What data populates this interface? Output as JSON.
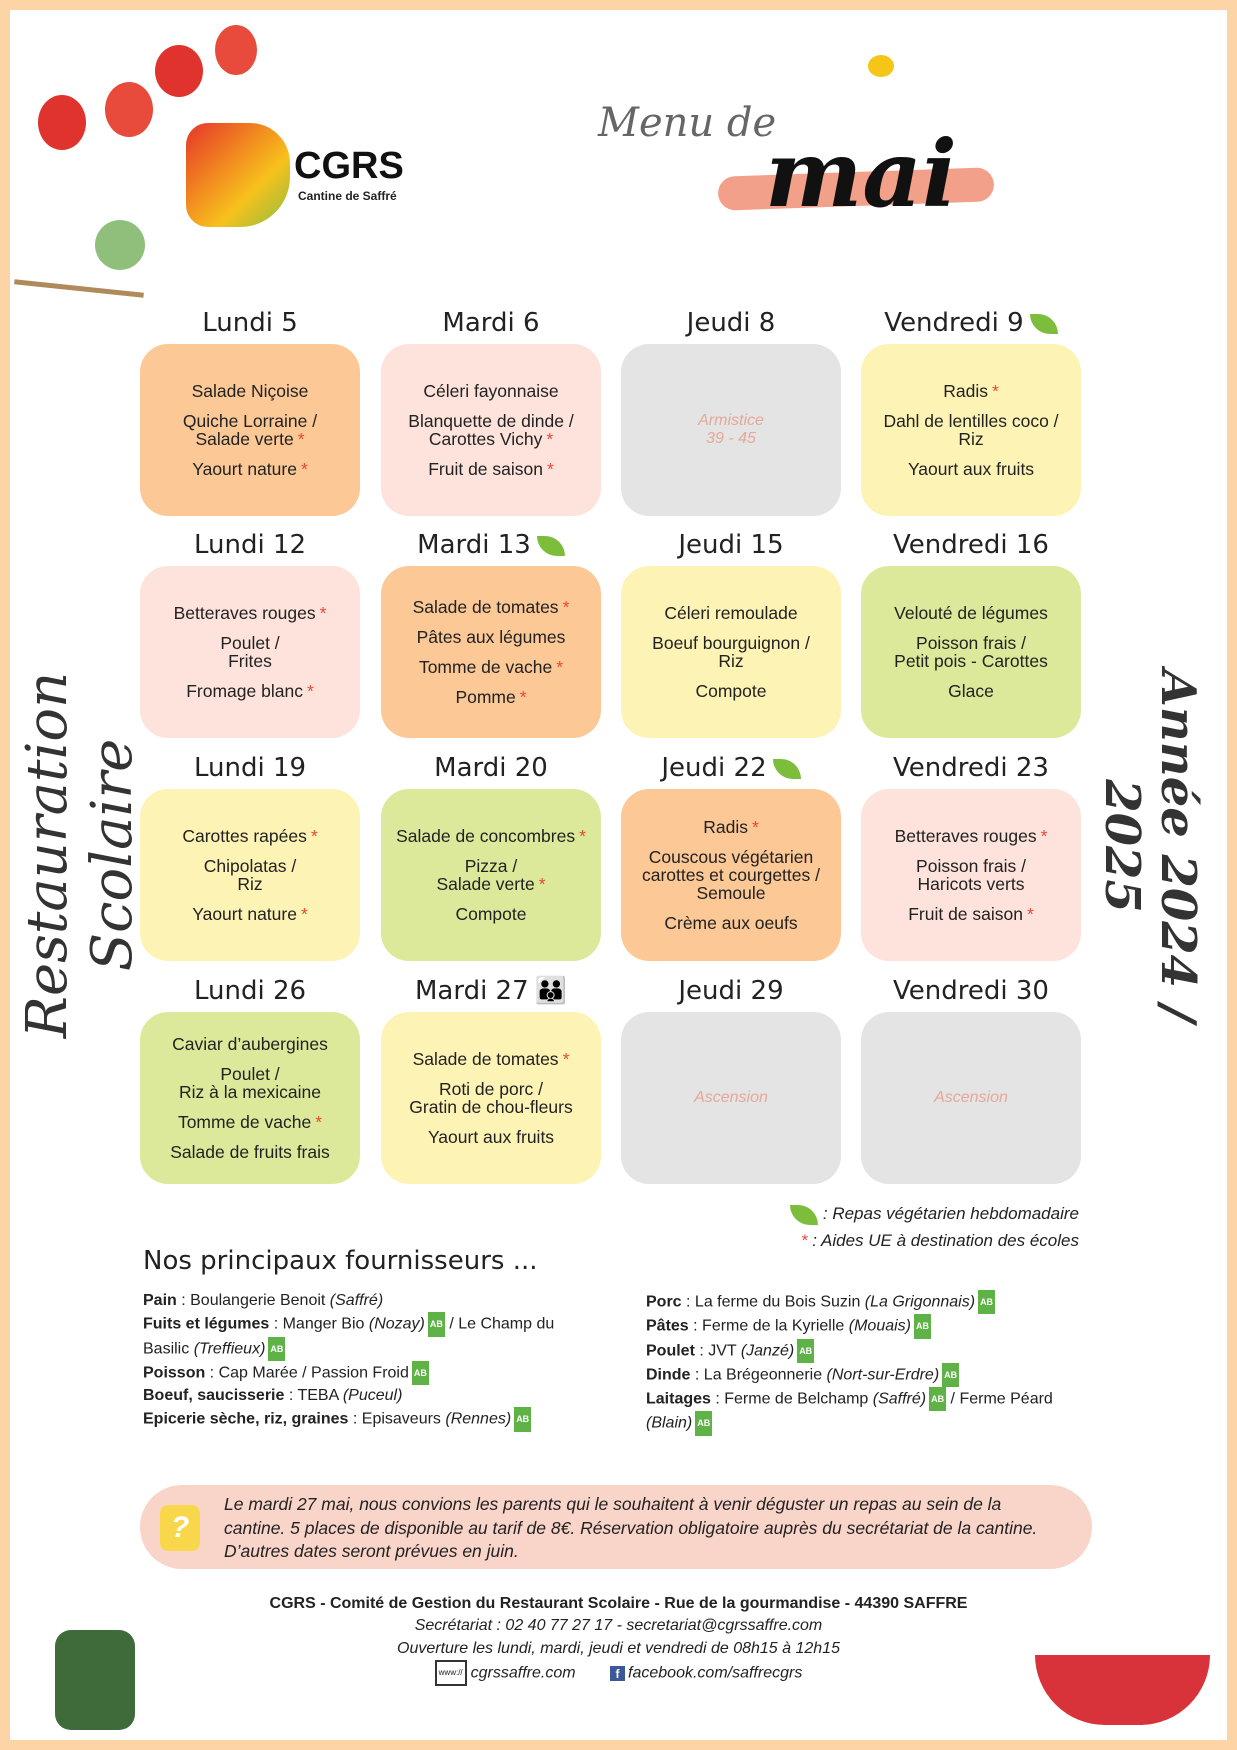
{
  "header": {
    "title_line1": "Menu de",
    "title_line2": "mai",
    "logo_name": "CGRS",
    "logo_sub": "Cantine de Saffré"
  },
  "side": {
    "left": "Restauration Scolaire",
    "right": "Année 2024 / 2025"
  },
  "colors": {
    "orange": "#fcc896",
    "pink": "#fde3dc",
    "gray": "#e4e4e4",
    "yellow": "#fdf3b5",
    "green": "#dde99a",
    "star": "#e8473a",
    "frame": "#fdd4a6"
  },
  "weeks": [
    [
      {
        "day": "Lundi 5",
        "color": "orange",
        "items": [
          {
            "t": "Salade Niçoise"
          },
          {
            "t": "Quiche Lorraine /\nSalade verte",
            "s": true
          },
          {
            "t": "Yaourt nature",
            "s": true
          }
        ]
      },
      {
        "day": "Mardi 6",
        "color": "pink",
        "items": [
          {
            "t": "Céleri fayonnaise"
          },
          {
            "t": "Blanquette de dinde /\nCarottes Vichy",
            "s": true
          },
          {
            "t": "Fruit de saison",
            "s": true
          }
        ]
      },
      {
        "day": "Jeudi 8",
        "color": "gray",
        "holiday": "Armistice\n39 - 45",
        "items": []
      },
      {
        "day": "Vendredi 9",
        "icon": "leaf",
        "color": "yellow",
        "items": [
          {
            "t": "Radis",
            "s": true
          },
          {
            "t": "Dahl de lentilles coco /\nRiz"
          },
          {
            "t": "Yaourt aux fruits"
          }
        ]
      }
    ],
    [
      {
        "day": "Lundi 12",
        "color": "pink",
        "items": [
          {
            "t": "Betteraves rouges",
            "s": true
          },
          {
            "t": "Poulet /\nFrites"
          },
          {
            "t": "Fromage blanc",
            "s": true
          }
        ]
      },
      {
        "day": "Mardi 13",
        "icon": "leaf",
        "color": "orange",
        "items": [
          {
            "t": "Salade de tomates",
            "s": true
          },
          {
            "t": "Pâtes aux légumes"
          },
          {
            "t": "Tomme de vache",
            "s": true
          },
          {
            "t": "Pomme",
            "s": true
          }
        ]
      },
      {
        "day": "Jeudi 15",
        "color": "yellow",
        "items": [
          {
            "t": "Céleri remoulade"
          },
          {
            "t": "Boeuf bourguignon /\nRiz"
          },
          {
            "t": "Compote"
          }
        ]
      },
      {
        "day": "Vendredi 16",
        "color": "green",
        "items": [
          {
            "t": "Velouté de légumes"
          },
          {
            "t": "Poisson frais /\nPetit pois - Carottes"
          },
          {
            "t": "Glace"
          }
        ]
      }
    ],
    [
      {
        "day": "Lundi 19",
        "color": "yellow",
        "items": [
          {
            "t": "Carottes rapées",
            "s": true
          },
          {
            "t": "Chipolatas /\nRiz"
          },
          {
            "t": "Yaourt nature",
            "s": true
          }
        ]
      },
      {
        "day": "Mardi 20",
        "color": "green",
        "items": [
          {
            "t": "Salade de concombres",
            "s": true
          },
          {
            "t": "Pizza /\nSalade verte",
            "s": true
          },
          {
            "t": "Compote"
          }
        ]
      },
      {
        "day": "Jeudi 22",
        "icon": "leaf",
        "color": "orange",
        "items": [
          {
            "t": "Radis",
            "s": true
          },
          {
            "t": "Couscous végétarien\ncarottes et courgettes /\nSemoule"
          },
          {
            "t": "Crème aux oeufs"
          }
        ]
      },
      {
        "day": "Vendredi 23",
        "color": "pink",
        "items": [
          {
            "t": "Betteraves rouges",
            "s": true
          },
          {
            "t": "Poisson frais /\nHaricots verts"
          },
          {
            "t": "Fruit de saison",
            "s": true
          }
        ]
      }
    ],
    [
      {
        "day": "Lundi 26",
        "color": "green",
        "items": [
          {
            "t": "Caviar d’aubergines"
          },
          {
            "t": "Poulet /\nRiz à la mexicaine"
          },
          {
            "t": "Tomme de vache",
            "s": true
          },
          {
            "t": "Salade de fruits frais"
          }
        ]
      },
      {
        "day": "Mardi 27",
        "icon": "people",
        "color": "yellow",
        "items": [
          {
            "t": "Salade de tomates",
            "s": true
          },
          {
            "t": "Roti de porc /\nGratin de chou-fleurs"
          },
          {
            "t": "Yaourt aux fruits"
          }
        ]
      },
      {
        "day": "Jeudi 29",
        "color": "gray",
        "holiday": "Ascension",
        "items": []
      },
      {
        "day": "Vendredi 30",
        "color": "gray",
        "holiday": "Ascension",
        "items": []
      }
    ]
  ],
  "star_glyph": "*",
  "legend": {
    "veg": ": Repas végétarien hebdomadaire",
    "eu": ": Aides UE à destination des écoles"
  },
  "suppliers": {
    "title": "Nos principaux fournisseurs ...",
    "bio_label": "AB",
    "left": [
      {
        "k": "Pain",
        "v": " : Boulangerie Benoit ",
        "place": "(Saffré)"
      },
      {
        "k": "Fuits et légumes",
        "v": " : Manger Bio ",
        "place": "(Nozay)",
        "bio": true,
        "v2": " / Le Champ du Basilic ",
        "place2": "(Treffieux)",
        "bio2": true
      },
      {
        "k": "Poisson",
        "v": " : Cap Marée / Passion Froid",
        "bio": true
      },
      {
        "k": "Boeuf, saucisserie",
        "v": " : TEBA ",
        "place": "(Puceul)"
      },
      {
        "k": "Epicerie sèche, riz, graines",
        "v": " : Episaveurs ",
        "place": "(Rennes)",
        "bio": true
      }
    ],
    "right": [
      {
        "k": "Porc",
        "v": " : La ferme du Bois Suzin ",
        "place": "(La Grigonnais)",
        "bio": true
      },
      {
        "k": "Pâtes",
        "v": " : Ferme de la Kyrielle ",
        "place": "(Mouais)",
        "bio": true
      },
      {
        "k": "Poulet",
        "v": " : JVT ",
        "place": "(Janzé)",
        "bio": true
      },
      {
        "k": "Dinde",
        "v": " : La Brégeonnerie ",
        "place": "(Nort-sur-Erdre)",
        "bio": true
      },
      {
        "k": "Laitages",
        "v": " : Ferme de Belchamp ",
        "place": "(Saffré)",
        "bio": true,
        "v2": " / Ferme Péard ",
        "place2": "(Blain)",
        "bio2": true
      }
    ]
  },
  "note": {
    "icon": "?",
    "text": "Le mardi 27 mai, nous convions les parents qui le souhaitent à venir déguster un repas au sein de la cantine. 5 places de disponible au tarif de 8€. Réservation obligatoire auprès du secrétariat de la cantine. D’autres dates seront prévues en juin."
  },
  "footer": {
    "org": "CGRS - Comité de Gestion du Restaurant Scolaire - Rue de la gourmandise - 44390 SAFFRE",
    "secretariat": "Secrétariat : 02 40 77 27 17 - secretariat@cgrssaffre.com",
    "hours": "Ouverture les lundi, mardi, jeudi et vendredi de 08h15 à 12h15",
    "www_icon": "www://",
    "website": "cgrssaffre.com",
    "fb_icon": "f",
    "facebook": "facebook.com/saffrecgrs"
  }
}
